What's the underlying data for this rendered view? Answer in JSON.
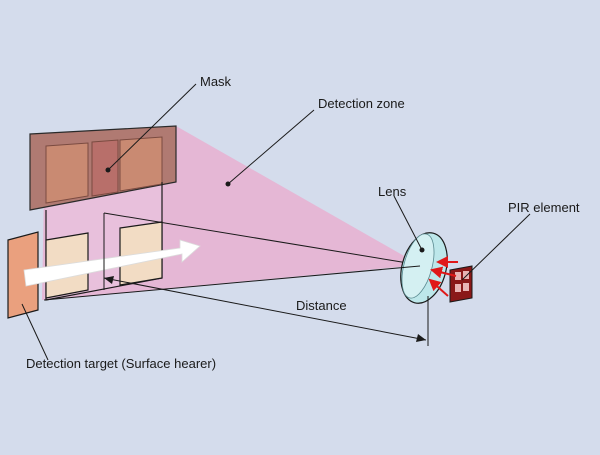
{
  "labels": {
    "mask": "Mask",
    "detection_zone": "Detection zone",
    "lens": "Lens",
    "pir_element": "PIR element",
    "distance": "Distance",
    "detection_target": "Detection target (Surface hearer)"
  },
  "colors": {
    "background": "#d4dcec",
    "zone_fill": "#e6b4d4",
    "mask_frame": "#b07a72",
    "mask_window": "#c98a72",
    "target": "#eaa07e",
    "window_panel": "#f2dcc4",
    "lens": "#bde7ea",
    "pir_body": "#8a1818",
    "arrow_red": "#e01818"
  }
}
